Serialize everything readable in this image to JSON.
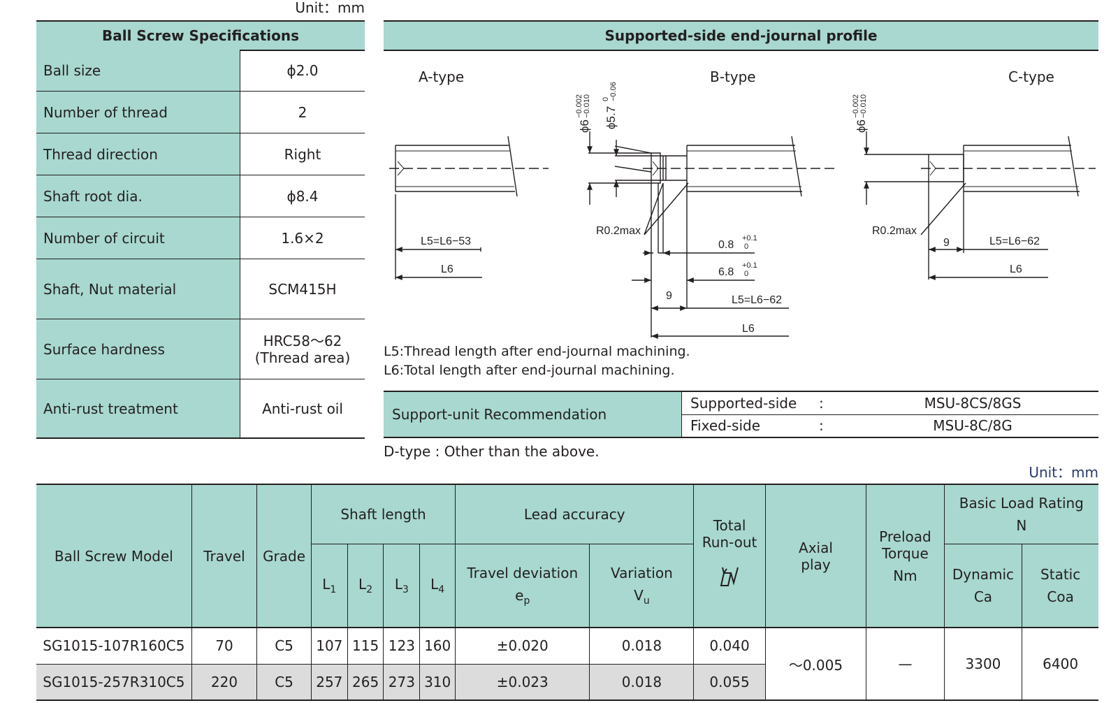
{
  "spec": {
    "unit": "Unit：mm",
    "title": "Ball Screw Specifications",
    "rows": [
      {
        "label": "Ball size",
        "value": "ϕ2.0"
      },
      {
        "label": "Number of thread",
        "value": "2"
      },
      {
        "label": "Thread direction",
        "value": "Right"
      },
      {
        "label": "Shaft root dia.",
        "value": "ϕ8.4"
      },
      {
        "label": "Number of circuit",
        "value": "1.6×2"
      },
      {
        "label": "Shaft, Nut material",
        "value": "SCM415H"
      },
      {
        "label": "Surface hardness",
        "value": "HRC58～62\n(Thread area)"
      },
      {
        "label": "Anti-rust treatment",
        "value": "Anti-rust oil"
      }
    ]
  },
  "profile": {
    "title": "Supported-side end-journal profile",
    "types": [
      "A-type",
      "B-type",
      "C-type"
    ],
    "dims": {
      "phi6": "ϕ6",
      "phi6_tol_upper": "−0.002",
      "phi6_tol_lower": "−0.010",
      "phi57": "ϕ5.7",
      "phi57_tol_upper": "0",
      "phi57_tol_lower": "−0.06",
      "r02": "R0.2max",
      "a_l5": "L5=L6−53",
      "a_l6": "L6",
      "b_08": "0.8",
      "b_68": "6.8",
      "tol_plus": "+0.1",
      "tol_zero": "0",
      "b_9": "9",
      "b_l5": "L5=L6−62",
      "b_l6": "L6",
      "c_9": "9",
      "c_l5": "L5=L6−62",
      "c_l6": "L6"
    },
    "notes": [
      "L5:Thread length after end-journal machining.",
      "L6:Total length after end-journal machining."
    ]
  },
  "recommendation": {
    "label": "Support-unit Recommendation",
    "colon": ":",
    "supported_key": "Supported-side",
    "supported_val": "MSU-8CS/8GS",
    "fixed_key": "Fixed-side",
    "fixed_val": "MSU-8C/8G"
  },
  "dtype_note": "D-type : Other than the above.",
  "main_table": {
    "unit": "Unit：mm",
    "headers": {
      "model": "Ball Screw Model",
      "travel": "Travel",
      "grade": "Grade",
      "shaft_length": "Shaft length",
      "l1": "L",
      "l1_sub": "1",
      "l2": "L",
      "l2_sub": "2",
      "l3": "L",
      "l3_sub": "3",
      "l4": "L",
      "l4_sub": "4",
      "lead_accuracy": "Lead accuracy",
      "travel_dev": "Travel deviation",
      "travel_dev_sym": "e",
      "travel_dev_sub": "p",
      "variation": "Variation",
      "variation_sym": "V",
      "variation_sub": "u",
      "runout_1": "Total",
      "runout_2": "Run-out",
      "axial_1": "Axial",
      "axial_2": "play",
      "preload_1": "Preload",
      "preload_2": "Torque",
      "preload_3": "Nm",
      "load_1": "Basic Load Rating",
      "load_2": "N",
      "dynamic_1": "Dynamic",
      "dynamic_2": "Ca",
      "static_1": "Static",
      "static_2": "Coa"
    },
    "rows": [
      {
        "model": "SG1015-107R160C5",
        "travel": "70",
        "grade": "C5",
        "l1": "107",
        "l2": "115",
        "l3": "123",
        "l4": "160",
        "ep": "±0.020",
        "vu": "0.018",
        "runout": "0.040"
      },
      {
        "model": "SG1015-257R310C5",
        "travel": "220",
        "grade": "C5",
        "l1": "257",
        "l2": "265",
        "l3": "273",
        "l4": "310",
        "ep": "±0.023",
        "vu": "0.018",
        "runout": "0.055"
      }
    ],
    "shared": {
      "axial": "～0.005",
      "preload": "—",
      "dynamic": "3300",
      "static": "6400"
    }
  }
}
